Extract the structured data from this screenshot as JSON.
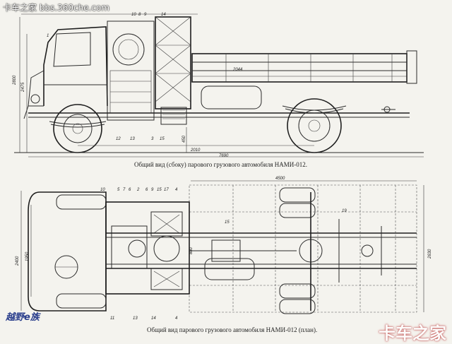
{
  "watermarks": {
    "top_left": "卡车之家 bbs.360che.com",
    "bottom_left": "越野e族",
    "bottom_right": "卡车之家"
  },
  "captions": {
    "side": "Общий вид (сбоку) парового грузового автомобиля НАМИ-012.",
    "plan": "Общий вид парового грузового автомобиля НАМИ-012 (план)."
  },
  "side_view": {
    "dimensions": {
      "body_length": "2044",
      "wheelbase_lower": "2010",
      "overall_length": "7690",
      "height_total": "2800",
      "height_cab": "2475",
      "ground_clearance": "450"
    },
    "callouts_top": [
      "10",
      "8",
      "9",
      "14"
    ],
    "callouts_bottom": [
      "12",
      "13",
      "3",
      "15"
    ],
    "callout_left": "1"
  },
  "plan_view": {
    "dimensions": {
      "bed_length": "4500",
      "track_front": "2400",
      "track_rear": "1950",
      "width_total": "2630",
      "frame_mid": "880"
    },
    "callouts_top": [
      "10",
      "5",
      "7",
      "6",
      "2",
      "6",
      "9",
      "15",
      "17",
      "4"
    ],
    "callouts_bottom": [
      "11",
      "13",
      "14",
      "4"
    ],
    "callout_right": "19",
    "callout_mid": "15"
  }
}
